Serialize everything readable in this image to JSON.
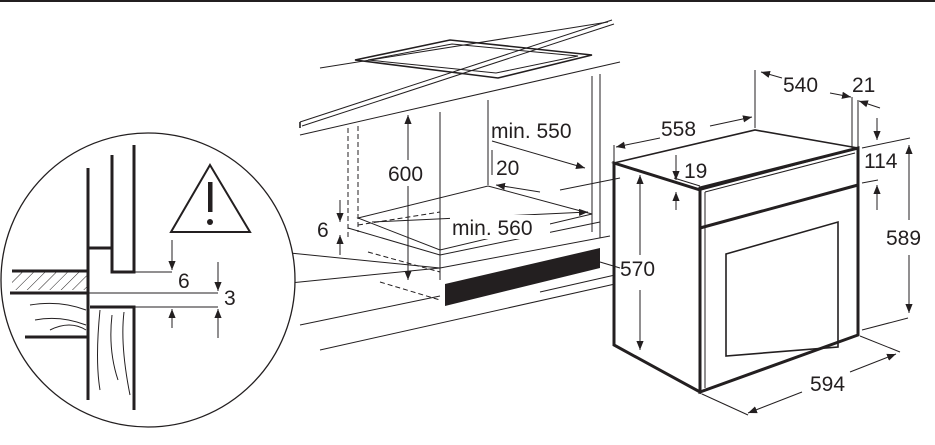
{
  "diagram": {
    "title": "Built-in oven installation dimensions (mm)",
    "cabinet_labels": {
      "height": "600",
      "depth_min": "min. 550",
      "rear_gap": "20",
      "width_min": "min. 560",
      "bottom_gap": "6"
    },
    "detail_labels": {
      "gap_top": "6",
      "gap_bottom": "3"
    },
    "oven_labels": {
      "depth_body": "540",
      "front_thickness": "21",
      "overall_width_top": "558",
      "top_offset": "19",
      "control_panel_height": "114",
      "body_height": "570",
      "overall_height": "589",
      "front_width": "594"
    },
    "icons": [
      "warning-triangle-icon"
    ]
  }
}
